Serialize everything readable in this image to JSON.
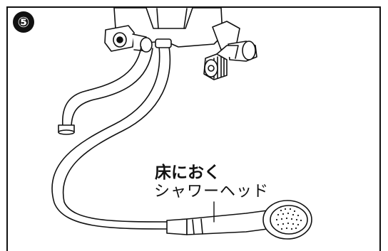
{
  "step": {
    "number": "⑤"
  },
  "callout": {
    "action": "床におく",
    "part": "シャワーヘッド"
  }
}
